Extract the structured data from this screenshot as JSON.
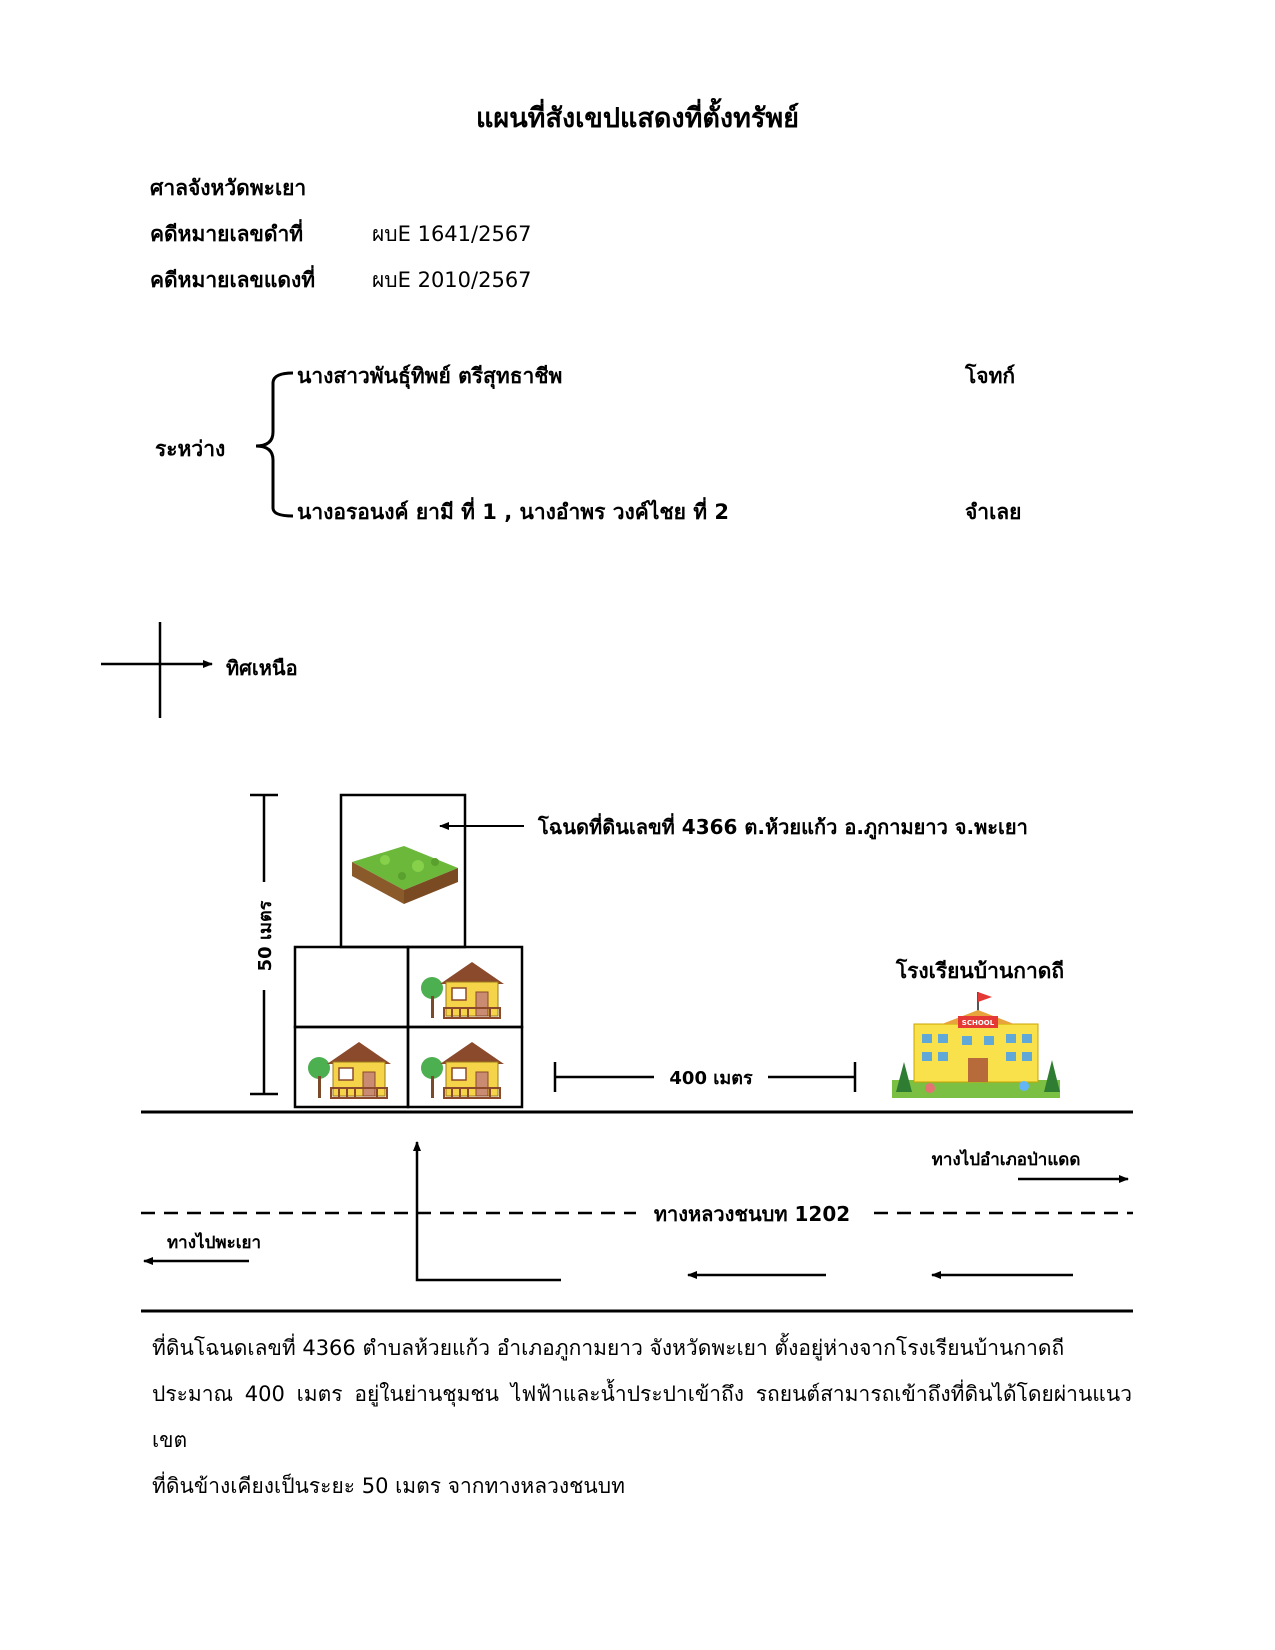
{
  "title": "แผนที่สังเขปแสดงที่ตั้งทรัพย์",
  "court": "ศาลจังหวัดพะเยา",
  "case": {
    "black_label": "คดีหมายเลขดำที่",
    "black_value": "ผบE 1641/2567",
    "red_label": "คดีหมายเลขแดงที่",
    "red_value": "ผบE 2010/2567"
  },
  "parties": {
    "between_label": "ระหว่าง",
    "plaintiff": "นางสาวพันธุ์ทิพย์ ตรีสุทธาชีพ",
    "plaintiff_role": "โจทก์",
    "defendant": "นางอรอนงค์ ยามี ที่ 1 , นางอำพร วงค์ไชย ที่ 2",
    "defendant_role": "จำเลย"
  },
  "map": {
    "north_label": "ทิศเหนือ",
    "deed_label": "โฉนดที่ดินเลขที่ 4366 ต.ห้วยแก้ว อ.ภูกามยาว จ.พะเยา",
    "depth_label": "50 เมตร",
    "distance_label": "400 เมตร",
    "school_label": "โรงเรียนบ้านกาดถี",
    "road_label": "ทางหลวงชนบท 1202",
    "to_padaet": "ทางไปอำเภอป่าแดด",
    "to_phayao": "ทางไปพะเยา",
    "school_sign": "SCHOOL"
  },
  "description": [
    "ที่ดินโฉนดเลขที่ 4366 ตำบลห้วยแก้ว อำเภอภูกามยาว จังหวัดพะเยา ตั้งอยู่ห่างจากโรงเรียนบ้านกาดถี",
    "ประมาณ 400 เมตร อยู่ในย่านชุมชน ไฟฟ้าและน้ำประปาเข้าถึง รถยนต์สามารถเข้าถึงที่ดินได้โดยผ่านแนวเขต",
    "ที่ดินข้างเคียงเป็นระยะ 50 เมตร จากทางหลวงชนบท"
  ],
  "colors": {
    "grass": "#6bb83a",
    "house_wall": "#f5d44a",
    "roof": "#8b4a2b",
    "school_wall": "#f8e14a"
  }
}
